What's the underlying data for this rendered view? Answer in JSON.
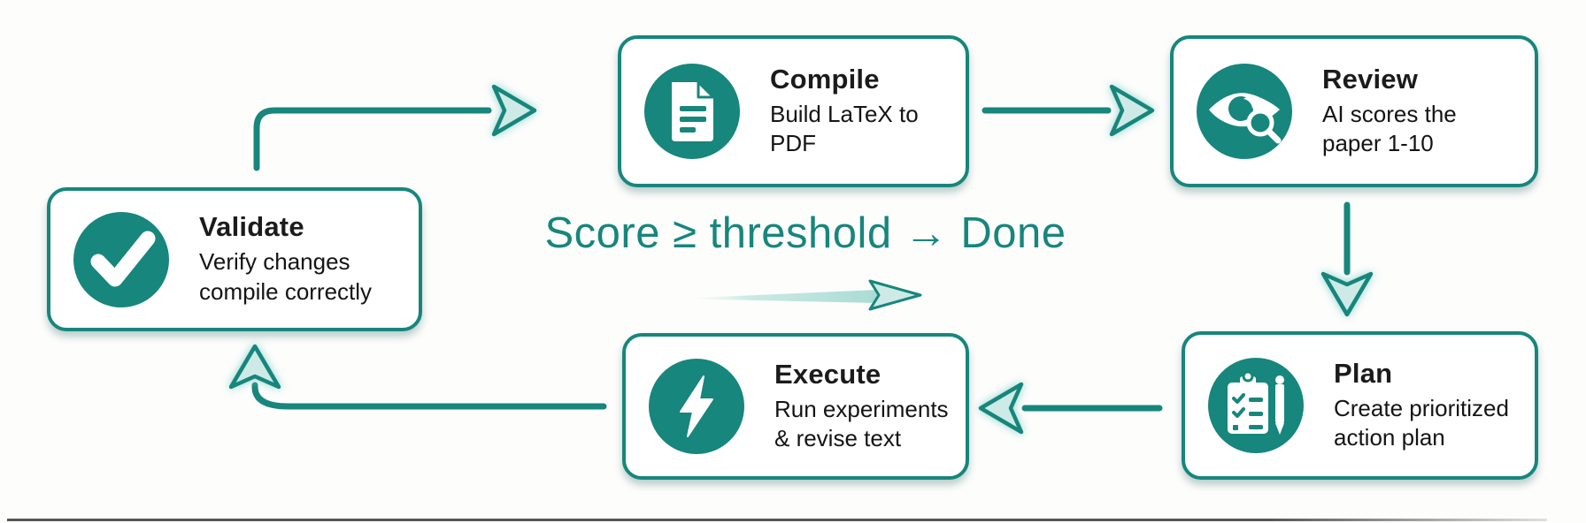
{
  "colors": {
    "teal": "#17867c",
    "teal_light": "#cdeae6",
    "title": "#1b1b1b",
    "subtitle": "#141414",
    "background": "#fdfdfc",
    "bottom_line": "#3a3a3a"
  },
  "diagram": {
    "type": "cyclic-flowchart",
    "flow_order": [
      "Validate",
      "Compile",
      "Review",
      "Plan",
      "Execute",
      "Validate"
    ],
    "exit_condition": "Score ≥ threshold → Done"
  },
  "nodes": [
    {
      "id": "validate",
      "title": "Validate",
      "subtitle": "Verify changes compile correctly",
      "icon": "checkmark-icon"
    },
    {
      "id": "compile",
      "title": "Compile",
      "subtitle": "Build LaTeX to PDF",
      "icon": "document-icon"
    },
    {
      "id": "review",
      "title": "Review",
      "subtitle": "AI scores the paper 1-10",
      "icon": "eye-magnifier-icon"
    },
    {
      "id": "plan",
      "title": "Plan",
      "subtitle": "Create prioritized action plan",
      "icon": "clipboard-checklist-icon"
    },
    {
      "id": "execute",
      "title": "Execute",
      "subtitle": "Run experiments & revise text",
      "icon": "lightning-bolt-icon"
    }
  ],
  "exit": {
    "text": "Score ≥ threshold → Done"
  }
}
